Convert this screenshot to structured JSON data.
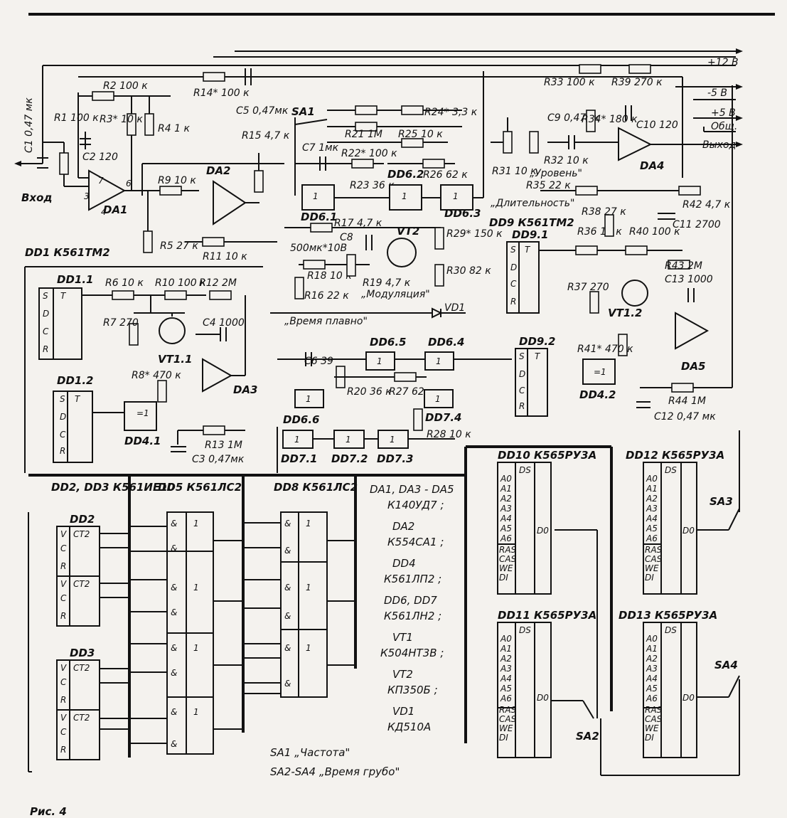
{
  "power_rails": {
    "p12": "+12 В",
    "m5": "-5 В",
    "p5": "+5 В",
    "gnd": "Общ.",
    "out": "Выход"
  },
  "input_label": "Вход",
  "switches": {
    "SA1": "SA1",
    "SA2": "SA2",
    "SA3": "SA3",
    "SA4": "SA4"
  },
  "controls": {
    "level": "„Уровень\"",
    "duration": "„Длительность\"",
    "modulation": "„Модуляция\"",
    "smooth_time": "„Время плавно\""
  },
  "components": {
    "C1": "C1 0,47 мк",
    "R1": "R1 100 к",
    "R2": "R2 100 к",
    "R3": "R3* 10 к",
    "R4": "R4 1 к",
    "C2": "C2 120",
    "R14": "R14* 100 к",
    "C5": "C5 0,47мк",
    "R15": "R15 4,7 к",
    "R9": "R9 10 к",
    "R5": "R5 27 к",
    "R11": "R11 10 к",
    "C7": "C7 1мк",
    "R21": "R21 1М",
    "R22": "R22* 100 к",
    "R24": "R24* 3,3 к",
    "R25": "R25 10 к",
    "R23": "R23 36 к",
    "R26": "R26 62 к",
    "R17": "R17 4,7 к",
    "C8": "C8",
    "C8v": "500мк*10В",
    "R29": "R29* 150 к",
    "R30": "R30 82 к",
    "R18": "R18 10 к",
    "R19": "R19 4,7 к",
    "R16": "R16 22 к",
    "VD1": "VD1",
    "R31": "R31 10 к",
    "C9": "C9 0,47мк",
    "R32": "R32 10 к",
    "R35": "R35 22 к",
    "R33": "R33 100 к",
    "R39": "R39 270 к",
    "R34": "R34* 180 к",
    "C10": "C10 120",
    "R38": "R38 27 к",
    "R42": "R42 4,7 к",
    "C11": "C11 2700",
    "R36": "R36 10 к",
    "R40": "R40 100 к",
    "R43": "R43 2М",
    "C13": "C13 1000",
    "R37": "R37 270",
    "R41": "R41* 470 к",
    "R44": "R44 1М",
    "C12": "C12 0,47 мк",
    "R6": "R6 10 к",
    "R10": "R10 100 к",
    "R12": "R12 2М",
    "R7": "R7 270",
    "C4": "C4 1000",
    "R8": "R8* 470 к",
    "R13": "R13 1М",
    "C3": "C3 0,47мк",
    "C6": "C6 39",
    "R20": "R20 36 к",
    "R27": "R27 62 к",
    "R28": "R28 10 к"
  },
  "ics": {
    "DA1": "DA1",
    "DA2": "DA2",
    "DA3": "DA3",
    "DA4": "DA4",
    "DA5": "DA5",
    "VT1_1": "VT1.1",
    "VT1_2": "VT1.2",
    "VT2": "VT2",
    "DD1_title": "DD1 К561ТМ2",
    "DD9_title": "DD9 К561ТМ2",
    "DD1_1": "DD1.1",
    "DD1_2": "DD1.2",
    "DD9_1": "DD9.1",
    "DD9_2": "DD9.2",
    "DD4_1": "DD4.1",
    "DD4_2": "DD4.2",
    "DD6_1": "DD6.1",
    "DD6_2": "DD6.2",
    "DD6_3": "DD6.3",
    "DD6_4": "DD6.4",
    "DD6_5": "DD6.5",
    "DD6_6": "DD6.6",
    "DD7_1": "DD7.1",
    "DD7_2": "DD7.2",
    "DD7_3": "DD7.3",
    "DD7_4": "DD7.4",
    "DD23_title": "DD2, DD3 К561ИЕ10",
    "DD2": "DD2",
    "DD3": "DD3",
    "DD5": "DD5 К561ЛС2",
    "DD8": "DD8 К561ЛС2",
    "DD10": "DD10 К565РУ3А",
    "DD11": "DD11 К565РУ3А",
    "DD12": "DD12 К565РУ3А",
    "DD13": "DD13 К565РУ3А"
  },
  "legend": [
    {
      "name": "DA1, DA3 - DA5",
      "part": "К140УД7 ;"
    },
    {
      "name": "DA2",
      "part": "К554СА1 ;"
    },
    {
      "name": "DD4",
      "part": "К561ЛП2 ;"
    },
    {
      "name": "DD6, DD7",
      "part": "К561ЛН2 ;"
    },
    {
      "name": "VT1",
      "part": "К504НТ3В ;"
    },
    {
      "name": "VT2",
      "part": "КП350Б ;"
    },
    {
      "name": "VD1",
      "part": "КД510А"
    }
  ],
  "switch_notes": {
    "sa1": "SA1   „Частота\"",
    "sa2_4": "SA2-SA4  „Время грубо\""
  },
  "ram_pins": [
    "A0",
    "A1",
    "A2",
    "A3",
    "A4",
    "A5",
    "A6"
  ],
  "ram_ctrl": [
    "RAS",
    "CAS",
    "WE",
    "DI"
  ],
  "figure_caption": "Рис. 4"
}
